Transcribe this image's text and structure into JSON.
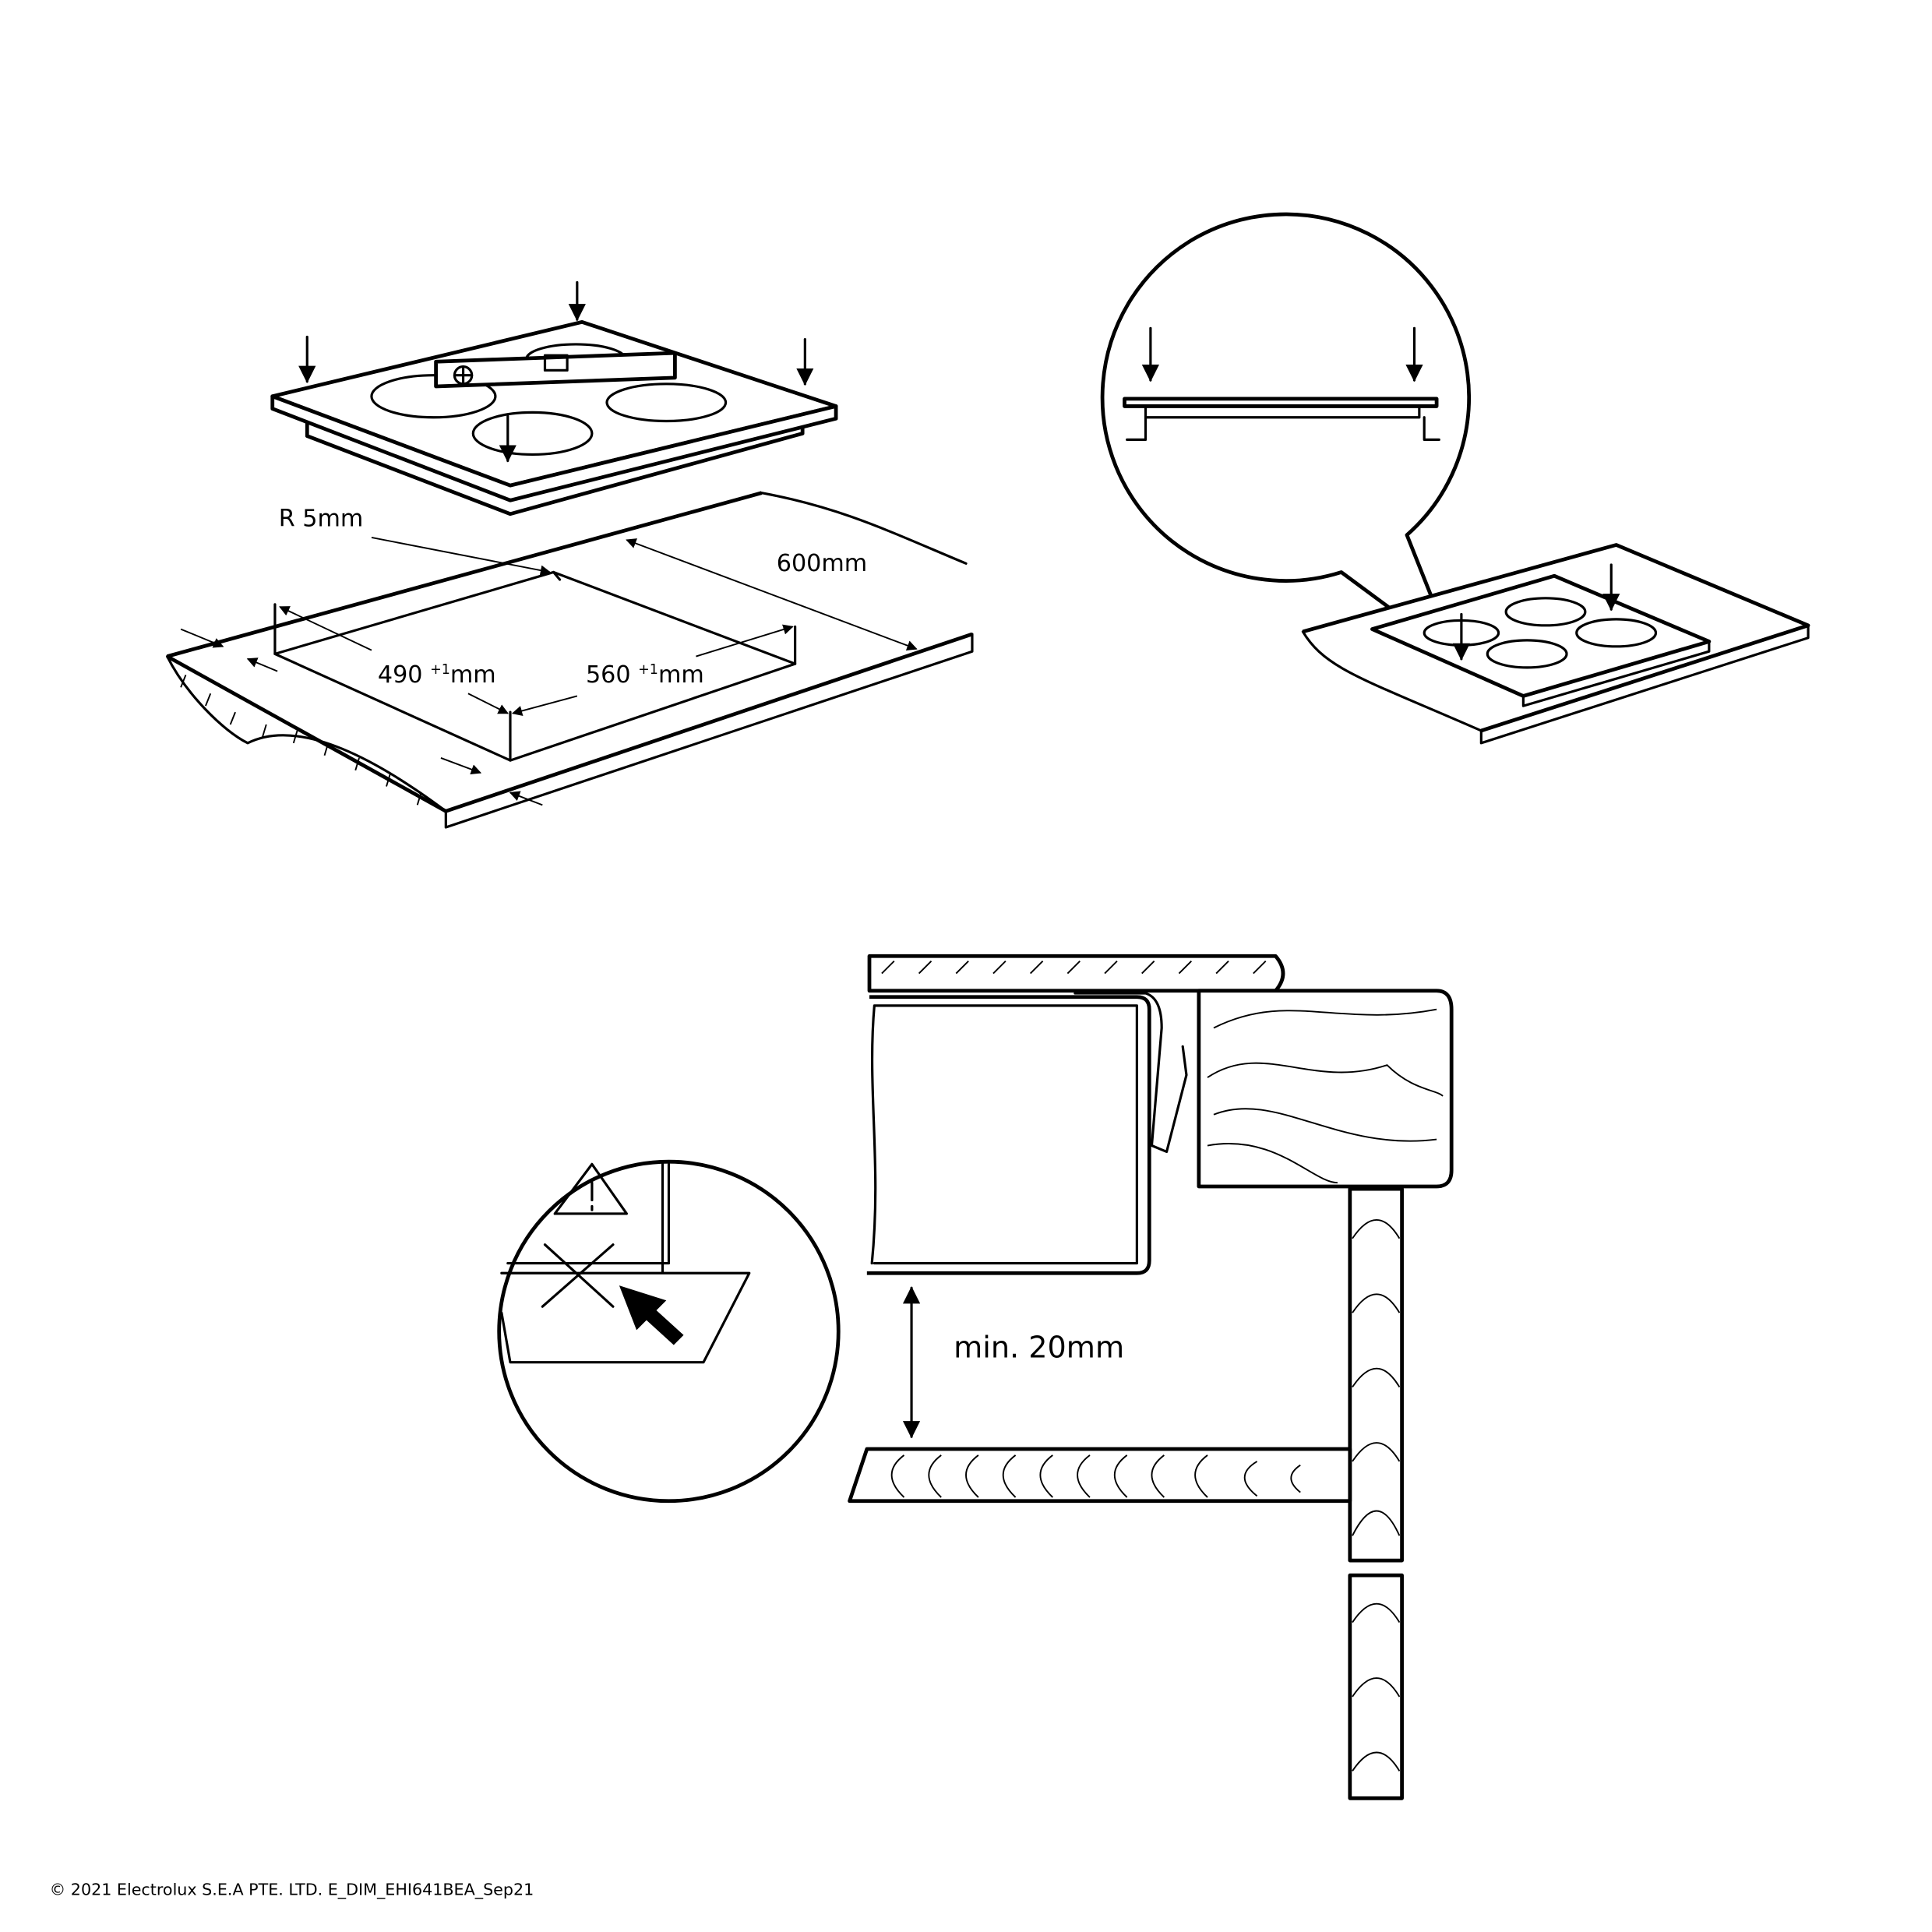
{
  "dimensions": {
    "radius": "R 5mm",
    "depth": "600mm",
    "cutout_depth": "490",
    "cutout_width": "560",
    "tolerance": "+1",
    "unit": "mm",
    "min_gap": "min. 20mm"
  },
  "footer": {
    "copyright": "© 2021 Electrolux S.E.A PTE. LTD. E_DIM_EHI641BEA_Sep21"
  }
}
